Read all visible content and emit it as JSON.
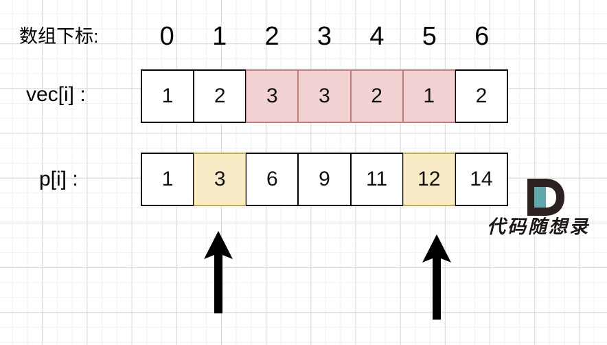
{
  "diagram": {
    "title_label": "数组下标:",
    "vec_label": "vec[i] :",
    "p_label": "p[i] :",
    "indices": [
      "0",
      "1",
      "2",
      "3",
      "4",
      "5",
      "6"
    ],
    "vec_values": [
      "1",
      "2",
      "3",
      "3",
      "2",
      "1",
      "2"
    ],
    "p_values": [
      "1",
      "3",
      "6",
      "9",
      "11",
      "12",
      "14"
    ],
    "vec_highlight_indices": [
      2,
      3,
      4,
      5
    ],
    "p_highlight_indices": [
      1,
      5
    ],
    "highlight_pink": "#f2d2d2",
    "highlight_pink_border": "#c37b7b",
    "highlight_yellow": "#f8ecc6",
    "highlight_yellow_border": "#c9a94f",
    "cell_border": "#000000",
    "background": "#ffffff",
    "grid_minor_color": "#f0f0f0",
    "grid_major_color": "#d8d8d8"
  },
  "arrows": [
    {
      "name": "pointer-arrow-left",
      "points_to_index": "1",
      "direction": "up"
    },
    {
      "name": "pointer-arrow-right",
      "points_to_index": "5",
      "direction": "up"
    }
  ],
  "watermark": {
    "logo_letter": "D",
    "text": "代码随想录",
    "logo_dark": "#2b2220",
    "logo_accent": "#5fa8ac"
  }
}
